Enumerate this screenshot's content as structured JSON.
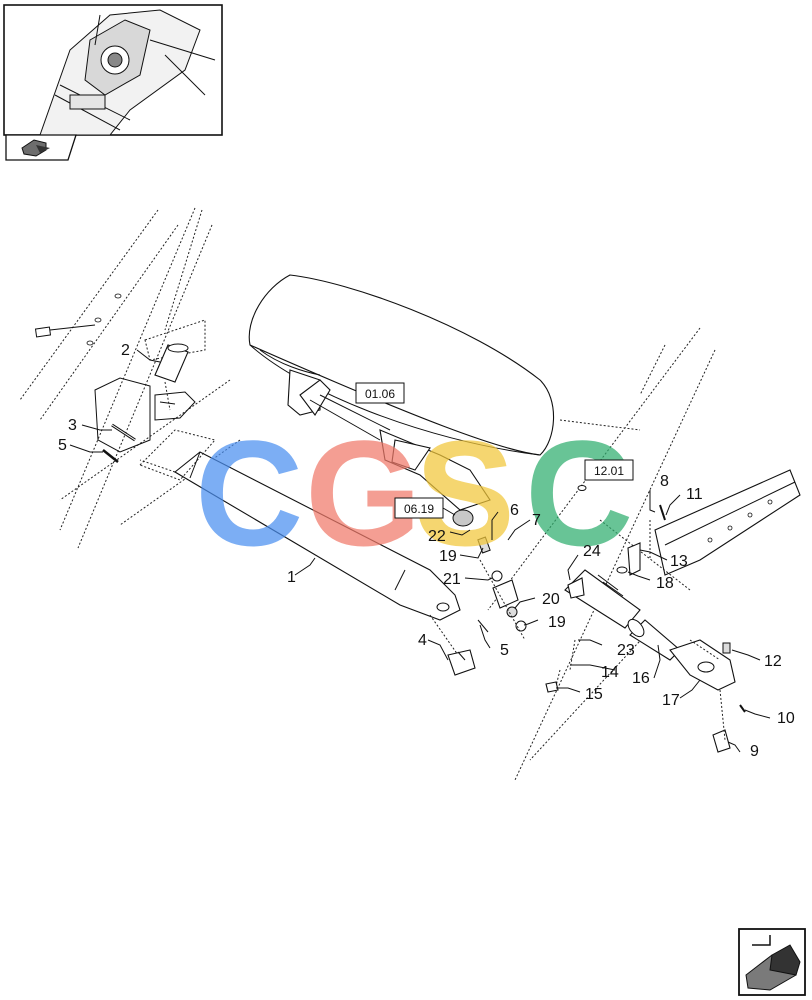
{
  "watermark": {
    "letters": [
      {
        "char": "C",
        "color": "#4b8ff0"
      },
      {
        "char": "G",
        "color": "#f07a6a"
      },
      {
        "char": "S",
        "color": "#f2c73a"
      },
      {
        "char": "C",
        "color": "#2fae6e"
      }
    ]
  },
  "references": [
    {
      "id": "ref-01-06",
      "label": "01.06"
    },
    {
      "id": "ref-12-01",
      "label": "12.01"
    },
    {
      "id": "ref-06-19",
      "label": "06.19"
    }
  ],
  "callouts": [
    "1",
    "2",
    "3",
    "4",
    "5",
    "5",
    "6",
    "7",
    "8",
    "9",
    "10",
    "11",
    "12",
    "13",
    "14",
    "15",
    "16",
    "17",
    "18",
    "19",
    "19",
    "20",
    "21",
    "22",
    "23",
    "24"
  ]
}
